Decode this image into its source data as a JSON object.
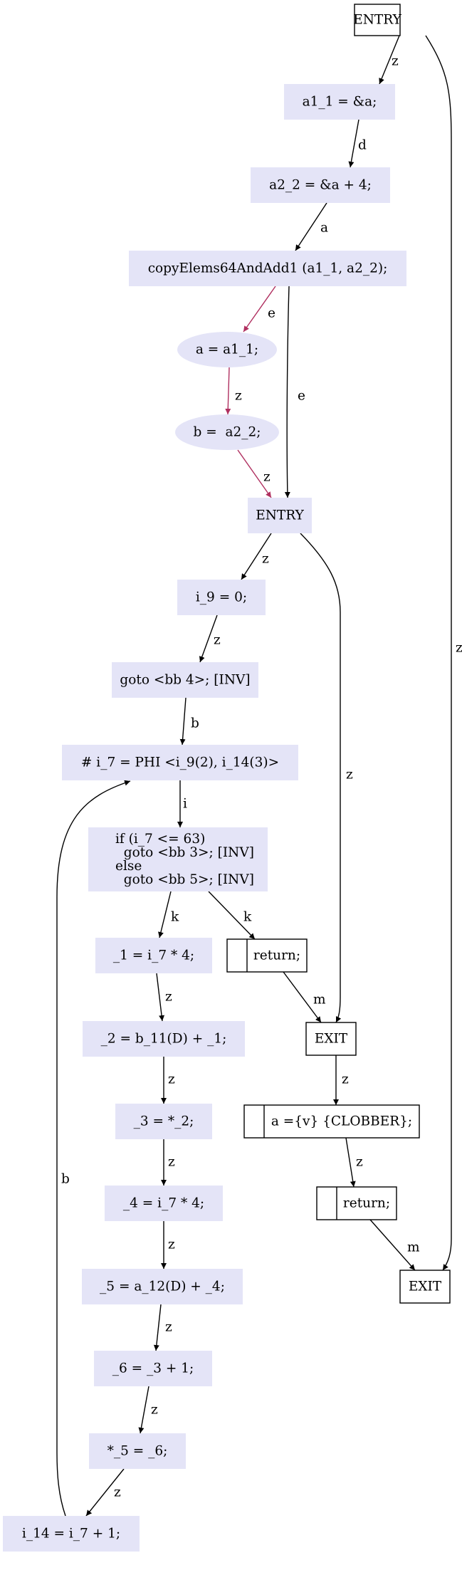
{
  "colors": {
    "node_fill": "#e4e4f7",
    "box_stroke": "#000000",
    "edge_default": "#000000",
    "edge_highlight": "#b03060"
  },
  "nodes": [
    {
      "id": "entry1",
      "label": "ENTRY",
      "shape": "box"
    },
    {
      "id": "a1_1",
      "label": "a1_1 = &a;",
      "shape": "filled"
    },
    {
      "id": "a2_2",
      "label": "a2_2 = &a + 4;",
      "shape": "filled"
    },
    {
      "id": "copy",
      "label": "copyElems64AndAdd1 (a1_1, a2_2);",
      "shape": "filled"
    },
    {
      "id": "a_eq",
      "label": "a = a1_1;",
      "shape": "ellipse"
    },
    {
      "id": "b_eq",
      "label": "b =  a2_2;",
      "shape": "ellipse"
    },
    {
      "id": "entry2",
      "label": "ENTRY",
      "shape": "filled"
    },
    {
      "id": "i9",
      "label": "i_9 = 0;",
      "shape": "filled"
    },
    {
      "id": "goto4",
      "label": "goto <bb 4>; [INV]",
      "shape": "filled"
    },
    {
      "id": "phi",
      "label": "# i_7 = PHI <i_9(2), i_14(3)>",
      "shape": "filled"
    },
    {
      "id": "ifnode",
      "label": "",
      "lines": [
        "if (i_7 <= 63)",
        "  goto <bb 3>; [INV]",
        "else",
        "  goto <bb 5>; [INV]"
      ],
      "shape": "filled"
    },
    {
      "id": "n1",
      "label": "_1 = i_7 * 4;",
      "shape": "filled"
    },
    {
      "id": "ret1",
      "label": "return;",
      "shape": "record"
    },
    {
      "id": "n2",
      "label": "_2 = b_11(D) + _1;",
      "shape": "filled"
    },
    {
      "id": "exit1",
      "label": "EXIT",
      "shape": "box"
    },
    {
      "id": "n3",
      "label": "_3 = *_2;",
      "shape": "filled"
    },
    {
      "id": "clobber",
      "label": "a ={v} {CLOBBER};",
      "shape": "record"
    },
    {
      "id": "n4",
      "label": "_4 = i_7 * 4;",
      "shape": "filled"
    },
    {
      "id": "ret2",
      "label": "return;",
      "shape": "record"
    },
    {
      "id": "n5",
      "label": "_5 = a_12(D) + _4;",
      "shape": "filled"
    },
    {
      "id": "exit2",
      "label": "EXIT",
      "shape": "box"
    },
    {
      "id": "n6",
      "label": "_6 = _3 + 1;",
      "shape": "filled"
    },
    {
      "id": "n7",
      "label": "*_5 = _6;",
      "shape": "filled"
    },
    {
      "id": "n8",
      "label": "i_14 = i_7 + 1;",
      "shape": "filled"
    }
  ],
  "edges": [
    {
      "id": "e1",
      "from": "entry1",
      "to": "a1_1",
      "label": "z",
      "highlight": false
    },
    {
      "id": "e2",
      "from": "entry1",
      "to": "exit2",
      "label": "z",
      "highlight": false
    },
    {
      "id": "e3",
      "from": "a1_1",
      "to": "a2_2",
      "label": "d",
      "highlight": false
    },
    {
      "id": "e4",
      "from": "a2_2",
      "to": "copy",
      "label": "a",
      "highlight": false
    },
    {
      "id": "e5",
      "from": "copy",
      "to": "a_eq",
      "label": "e",
      "highlight": true
    },
    {
      "id": "e6",
      "from": "copy",
      "to": "entry2",
      "label": "e",
      "highlight": false
    },
    {
      "id": "e7",
      "from": "a_eq",
      "to": "b_eq",
      "label": "z",
      "highlight": true
    },
    {
      "id": "e8",
      "from": "b_eq",
      "to": "entry2",
      "label": "z",
      "highlight": true
    },
    {
      "id": "e9",
      "from": "entry2",
      "to": "i9",
      "label": "z",
      "highlight": false
    },
    {
      "id": "e10",
      "from": "entry2",
      "to": "exit1",
      "label": "z",
      "highlight": false
    },
    {
      "id": "e11",
      "from": "i9",
      "to": "goto4",
      "label": "z",
      "highlight": false
    },
    {
      "id": "e12",
      "from": "goto4",
      "to": "phi",
      "label": "b",
      "highlight": false
    },
    {
      "id": "e13",
      "from": "phi",
      "to": "ifnode",
      "label": "i",
      "highlight": false
    },
    {
      "id": "e14",
      "from": "ifnode",
      "to": "n1",
      "label": "k",
      "highlight": false
    },
    {
      "id": "e15",
      "from": "ifnode",
      "to": "ret1",
      "label": "k",
      "highlight": false
    },
    {
      "id": "e16",
      "from": "ret1",
      "to": "exit1",
      "label": "m",
      "highlight": false
    },
    {
      "id": "e17",
      "from": "exit1",
      "to": "clobber",
      "label": "z",
      "highlight": false
    },
    {
      "id": "e18",
      "from": "clobber",
      "to": "ret2",
      "label": "z",
      "highlight": false
    },
    {
      "id": "e19",
      "from": "ret2",
      "to": "exit2",
      "label": "m",
      "highlight": false
    },
    {
      "id": "e20",
      "from": "n1",
      "to": "n2",
      "label": "z",
      "highlight": false
    },
    {
      "id": "e21",
      "from": "n2",
      "to": "n3",
      "label": "z",
      "highlight": false
    },
    {
      "id": "e22",
      "from": "n3",
      "to": "n4",
      "label": "z",
      "highlight": false
    },
    {
      "id": "e23",
      "from": "n4",
      "to": "n5",
      "label": "z",
      "highlight": false
    },
    {
      "id": "e24",
      "from": "n5",
      "to": "n6",
      "label": "z",
      "highlight": false
    },
    {
      "id": "e25",
      "from": "n6",
      "to": "n7",
      "label": "z",
      "highlight": false
    },
    {
      "id": "e26",
      "from": "n7",
      "to": "n8",
      "label": "z",
      "highlight": false
    },
    {
      "id": "e27",
      "from": "n8",
      "to": "phi",
      "label": "b",
      "highlight": false
    }
  ]
}
